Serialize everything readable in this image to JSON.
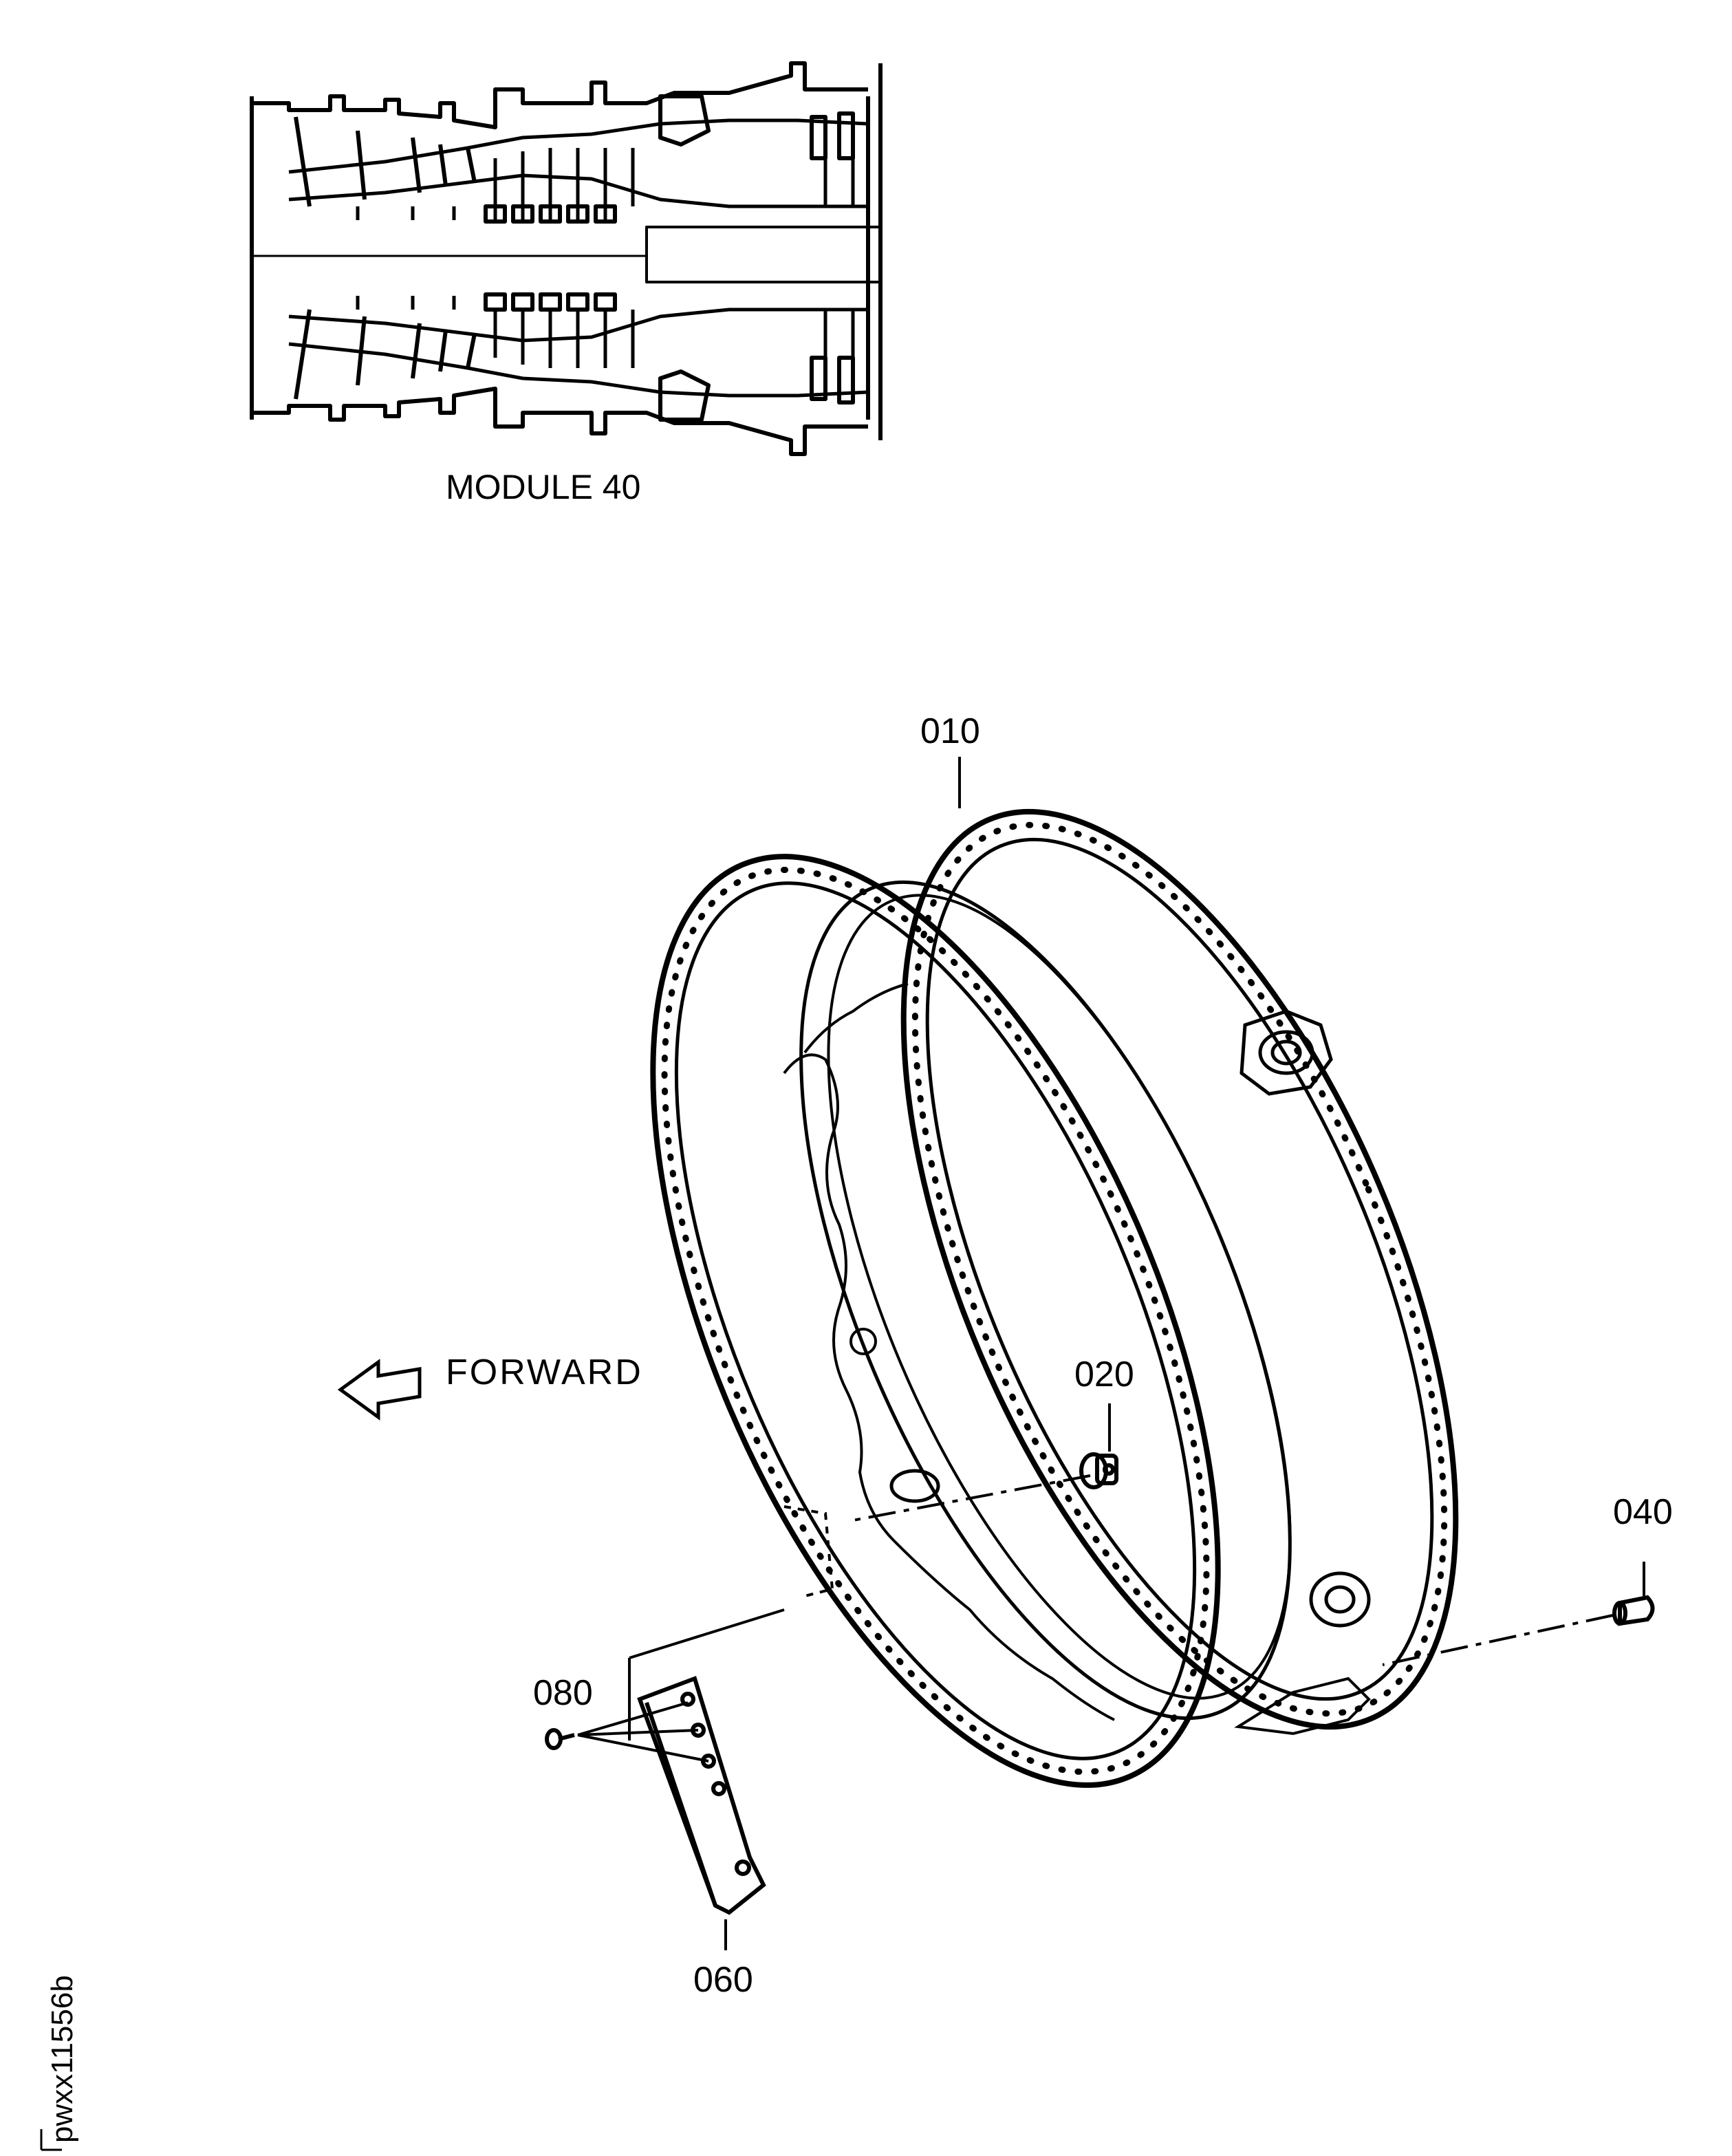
{
  "module_caption": "MODULE 40",
  "forward_label": "FORWARD",
  "figure_id": "pwxx11556b",
  "callouts": {
    "c010": "010",
    "c020": "020",
    "c040": "040",
    "c060": "060",
    "c080": "080"
  },
  "colors": {
    "ink": "#000000",
    "paper": "#ffffff"
  }
}
